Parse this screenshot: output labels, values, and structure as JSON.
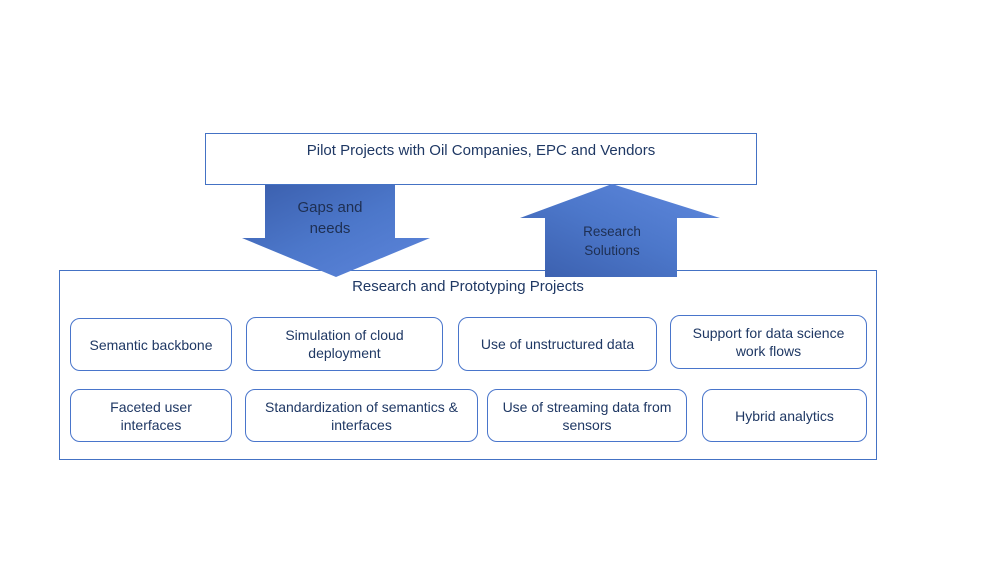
{
  "top_box": {
    "label": "Pilot Projects with Oil Companies, EPC and Vendors"
  },
  "down_arrow": {
    "label": "Gaps and needs",
    "direction": "down"
  },
  "up_arrow": {
    "label": "Research Solutions",
    "direction": "up"
  },
  "container": {
    "title": "Research and Prototyping Projects",
    "boxes": [
      {
        "label": "Semantic backbone"
      },
      {
        "label": "Simulation of cloud deployment"
      },
      {
        "label": "Use of unstructured data"
      },
      {
        "label": "Support for data science work flows"
      },
      {
        "label": "Faceted user interfaces"
      },
      {
        "label": "Standardization of semantics & interfaces"
      },
      {
        "label": "Use of streaming data from sensors"
      },
      {
        "label": "Hybrid analytics"
      }
    ]
  },
  "colors": {
    "border_blue": "#4472C4",
    "rounded_box_border": "#4975CB",
    "text_navy": "#1F3864",
    "arrow_label_text": "#1E2F52",
    "arrow_gradient_dark": "#3A5EAC",
    "arrow_gradient_mid": "#4C77CA",
    "arrow_gradient_light": "#5E86DC",
    "background": "#FFFFFF"
  }
}
